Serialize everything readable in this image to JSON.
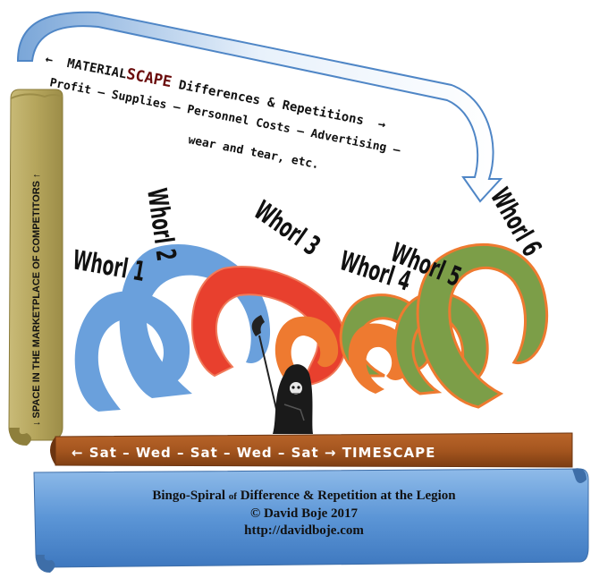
{
  "materialscape": {
    "arrow_left": "←",
    "title_part1": "MATERIAL",
    "title_part2": "SCAPE",
    "title_part3": " Differences & Repetitions",
    "arrow_right": "→",
    "line2": "Profit – Supplies – Personnel Costs – Advertising –",
    "line3": "wear and tear, etc."
  },
  "space_label": "↓ SPACE IN THE MARKETPLACE OF COMPETITORS ↑",
  "timescape": {
    "label": "← Sat – Wed – Sat – Wed – Sat → TIMESCAPE"
  },
  "whorls": [
    {
      "label": "Whorl 1",
      "color": "#6aa0dc"
    },
    {
      "label": "Whorl 2",
      "color": "#6aa0dc"
    },
    {
      "label": "Whorl 3",
      "color": "#e8402e"
    },
    {
      "label": "Whorl 4",
      "color": "#ee7a30"
    },
    {
      "label": "Whorl 5",
      "color": "#ee7a30"
    },
    {
      "label": "Whorl 6",
      "color": "#7c9e48"
    }
  ],
  "caption": {
    "line1_a": "Bingo-Spiral",
    "line1_b": "of",
    "line1_c": "Difference & Repetition at the Legion",
    "line2": "© David Boje 2017",
    "line3": "http://davidboje.com"
  },
  "colors": {
    "scroll_blue": "#5b95d6",
    "scroll_olive": "#b5a55c",
    "band_brown": "#a5561f"
  }
}
